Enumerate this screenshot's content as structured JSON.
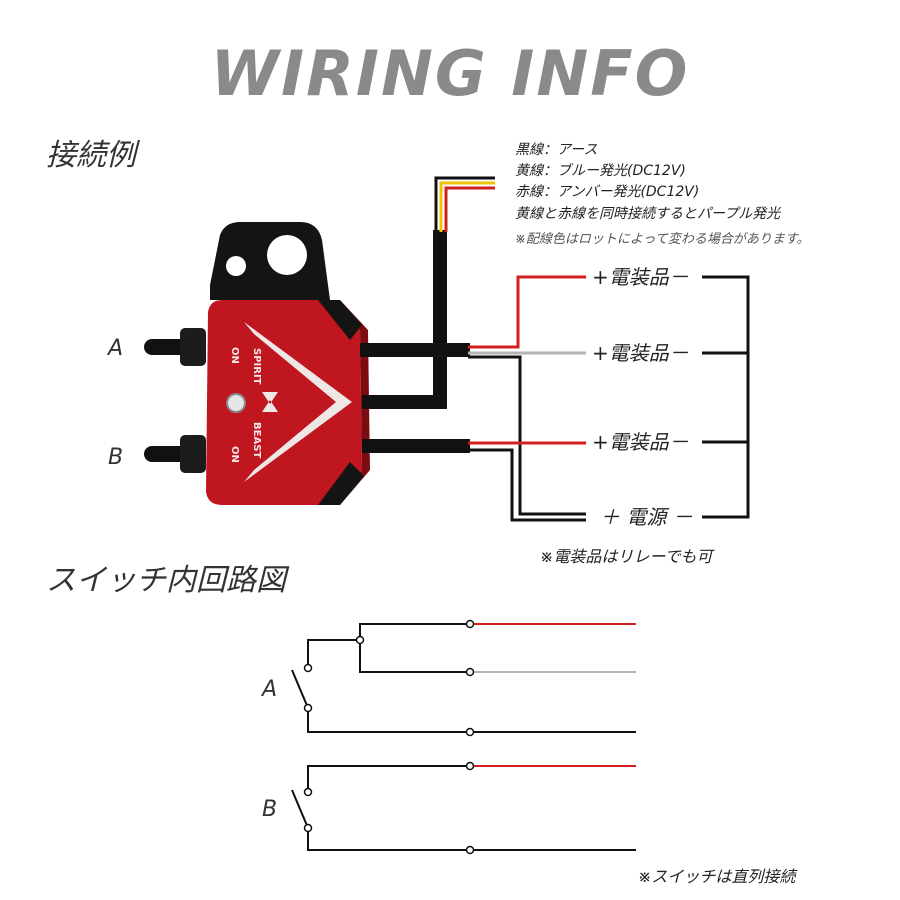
{
  "title": "WIRING INFO",
  "sections": {
    "connection_example": "接続例",
    "internal_circuit": "スイッチ内回路図"
  },
  "wire_notes": [
    "黒線：アース",
    "黄線：ブルー発光(DC12V)",
    "赤線：アンバー発光(DC12V)",
    "黄線と赤線を同時接続するとパープル発光"
  ],
  "wire_note_small": "※配線色はロットによって変わる場合があります。",
  "switch_labels": {
    "a": "A",
    "b": "B"
  },
  "device_panel": {
    "on_top": "ON",
    "on_bottom": "ON",
    "brand_top": "SPIRIT",
    "brand_bottom": "BEAST"
  },
  "terminals": {
    "load_1": "+電装品－",
    "load_2": "+電装品－",
    "load_3": "+電装品－",
    "power": "＋ 電源 －"
  },
  "relay_note": "※電装品はリレーでも可",
  "series_note": "※スイッチは直列接続",
  "colors": {
    "title_gray": "#8a8a8a",
    "device_red": "#c0161f",
    "wire_black": "#111111",
    "wire_red": "#d21f1f",
    "wire_gray": "#b5b5b5",
    "wire_yellow": "#f2c300"
  }
}
